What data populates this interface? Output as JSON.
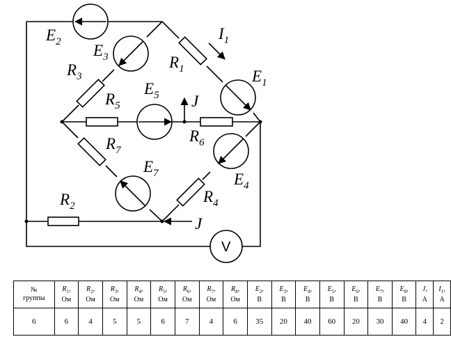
{
  "diagram": {
    "labels": {
      "E2": {
        "main": "E",
        "sub": "2"
      },
      "E3": {
        "main": "E",
        "sub": "3"
      },
      "R1": {
        "main": "R",
        "sub": "1"
      },
      "I1": {
        "main": "I",
        "sub": "1"
      },
      "E1": {
        "main": "E",
        "sub": "1"
      },
      "R3": {
        "main": "R",
        "sub": "3"
      },
      "R5": {
        "main": "R",
        "sub": "5"
      },
      "E5": {
        "main": "E",
        "sub": "5"
      },
      "J_top": {
        "main": "J",
        "sub": ""
      },
      "R6": {
        "main": "R",
        "sub": "6"
      },
      "R7": {
        "main": "R",
        "sub": "7"
      },
      "E7": {
        "main": "E",
        "sub": "7"
      },
      "E4": {
        "main": "E",
        "sub": "4"
      },
      "R4": {
        "main": "R",
        "sub": "4"
      },
      "R2": {
        "main": "R",
        "sub": "2"
      },
      "J_bottom": {
        "main": "J",
        "sub": ""
      },
      "voltmeter": "V"
    }
  },
  "table": {
    "headers": [
      {
        "top": "№",
        "bottom": "группы",
        "sym": "",
        "sub": ""
      },
      {
        "sym": "R",
        "sub": "1",
        "bottom": "Ом"
      },
      {
        "sym": "R",
        "sub": "2",
        "bottom": "Ом"
      },
      {
        "sym": "R",
        "sub": "3",
        "bottom": "Ом"
      },
      {
        "sym": "R",
        "sub": "4",
        "bottom": "Ом"
      },
      {
        "sym": "R",
        "sub": "5",
        "bottom": "Ом"
      },
      {
        "sym": "R",
        "sub": "6",
        "bottom": "Ом"
      },
      {
        "sym": "R",
        "sub": "7",
        "bottom": "Ом"
      },
      {
        "sym": "R",
        "sub": "8",
        "bottom": "Ом"
      },
      {
        "sym": "E",
        "sub": "2",
        "bottom": "В"
      },
      {
        "sym": "E",
        "sub": "3",
        "bottom": "В"
      },
      {
        "sym": "E",
        "sub": "4",
        "bottom": "В"
      },
      {
        "sym": "E",
        "sub": "5",
        "bottom": "В"
      },
      {
        "sym": "E",
        "sub": "6",
        "bottom": "В"
      },
      {
        "sym": "E",
        "sub": "7",
        "bottom": "В"
      },
      {
        "sym": "E",
        "sub": "8",
        "bottom": "В"
      },
      {
        "sym": "J",
        "sub": "",
        "bottom": "А"
      },
      {
        "sym": "I",
        "sub": "1",
        "bottom": "А"
      }
    ],
    "row": [
      "6",
      "6",
      "4",
      "5",
      "5",
      "6",
      "7",
      "4",
      "6",
      "35",
      "20",
      "40",
      "60",
      "20",
      "30",
      "40",
      "4",
      "2"
    ]
  }
}
